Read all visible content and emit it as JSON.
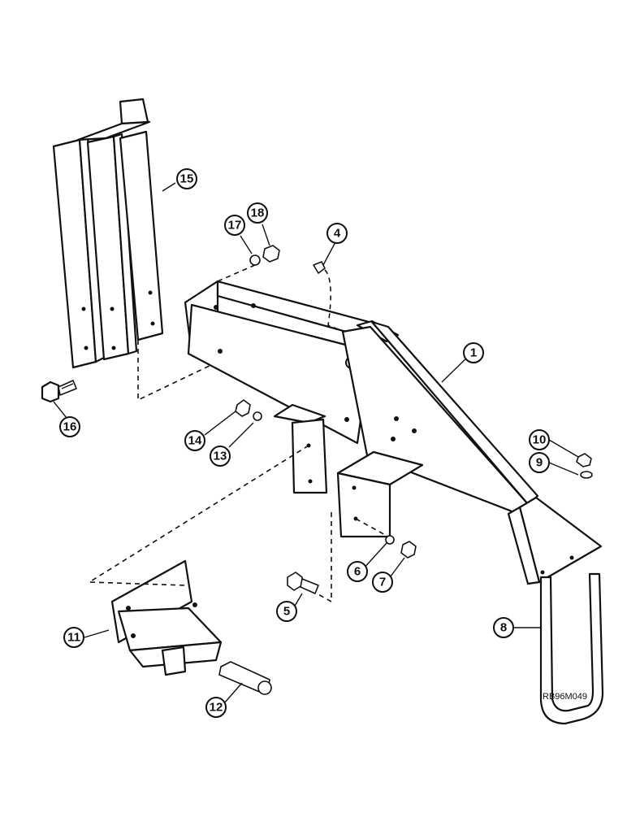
{
  "callouts": [
    {
      "id": "c1",
      "label": "1"
    },
    {
      "id": "c4",
      "label": "4"
    },
    {
      "id": "c5",
      "label": "5"
    },
    {
      "id": "c6",
      "label": "6"
    },
    {
      "id": "c7",
      "label": "7"
    },
    {
      "id": "c8",
      "label": "8"
    },
    {
      "id": "c9",
      "label": "9"
    },
    {
      "id": "c10",
      "label": "10"
    },
    {
      "id": "c11",
      "label": "11"
    },
    {
      "id": "c12",
      "label": "12"
    },
    {
      "id": "c13",
      "label": "13"
    },
    {
      "id": "c14",
      "label": "14"
    },
    {
      "id": "c15",
      "label": "15"
    },
    {
      "id": "c16",
      "label": "16"
    },
    {
      "id": "c17",
      "label": "17"
    },
    {
      "id": "c18",
      "label": "18"
    }
  ],
  "figure_ref": "RB96M049"
}
